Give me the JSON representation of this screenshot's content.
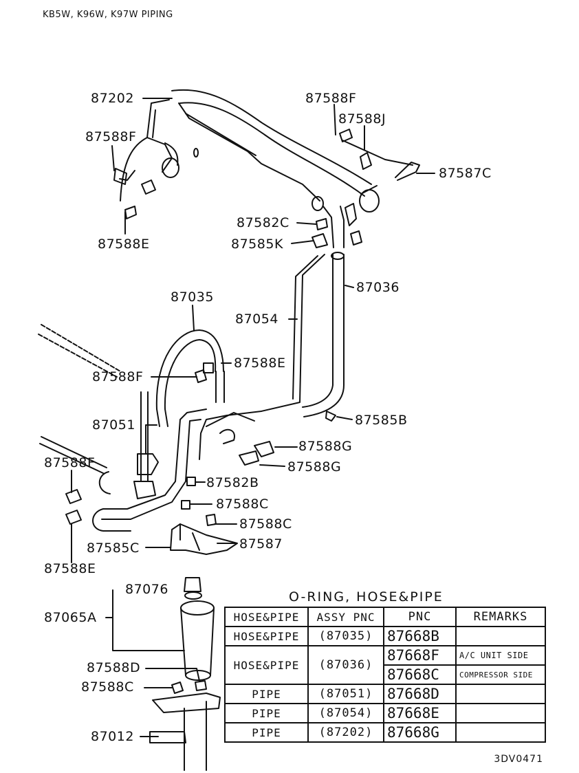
{
  "header": "KB5W, K96W, K97W PIPING",
  "drawing_code": "3DV0471",
  "labels": {
    "l87202": "87202",
    "l87588f_a": "87588F",
    "l87588e_a": "87588E",
    "l87588f_b": "87588F",
    "l87588j": "87588J",
    "l87587c": "87587C",
    "l87582c": "87582C",
    "l87585k": "87585K",
    "l87036": "87036",
    "l87035": "87035",
    "l87054": "87054",
    "l87588e_b": "87588E",
    "l87588f_c": "87588F",
    "l87051": "87051",
    "l87585b": "87585B",
    "l87588g_a": "87588G",
    "l87588g_b": "87588G",
    "l87588f_d": "87588F",
    "l87582b": "87582B",
    "l87588c_a": "87588C",
    "l87588c_b": "87588C",
    "l87585c": "87585C",
    "l87587": "87587",
    "l87588e_c": "87588E",
    "l87076": "87076",
    "l87065a": "87065A",
    "l87588d": "87588D",
    "l87588c_c": "87588C",
    "l87012": "87012"
  },
  "table": {
    "title": "O-RING, HOSE&PIPE",
    "headers": [
      "HOSE&PIPE",
      "ASSY PNC",
      "PNC",
      "REMARKS"
    ],
    "rows": [
      {
        "part": "HOSE&PIPE",
        "assy": "(87035)",
        "pnc": "87668B",
        "remarks": ""
      },
      {
        "part": "HOSE&PIPE",
        "assy": "(87036)",
        "pnc": "87668F",
        "remarks": "A/C UNIT SIDE"
      },
      {
        "pnc": "87668C",
        "remarks": "COMPRESSOR SIDE"
      },
      {
        "part": "PIPE",
        "assy": "(87051)",
        "pnc": "87668D",
        "remarks": ""
      },
      {
        "part": "PIPE",
        "assy": "(87054)",
        "pnc": "87668E",
        "remarks": ""
      },
      {
        "part": "PIPE",
        "assy": "(87202)",
        "pnc": "87668G",
        "remarks": ""
      }
    ]
  }
}
